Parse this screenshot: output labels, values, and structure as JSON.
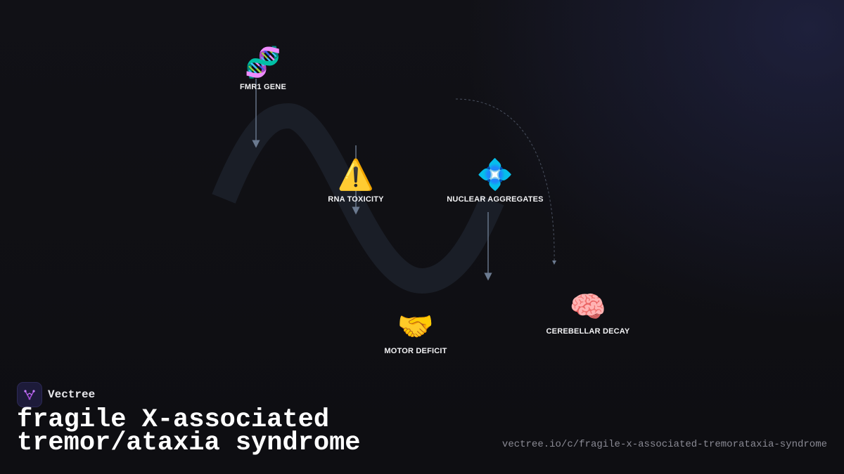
{
  "diagram": {
    "nodes": [
      {
        "id": "fmr1-gene",
        "label": "FMR1 GENE",
        "icon": "dna-icon",
        "glyph": "🧬"
      },
      {
        "id": "rna-toxicity",
        "label": "RNA TOXICITY",
        "icon": "warning-icon",
        "glyph": "⚠️"
      },
      {
        "id": "nuclear-aggregates",
        "label": "NUCLEAR AGGREGATES",
        "icon": "diamond-icon",
        "glyph": "💠"
      },
      {
        "id": "motor-deficit",
        "label": "MOTOR DEFICIT",
        "icon": "handshake-icon",
        "glyph": "🤝"
      },
      {
        "id": "cerebellar-decay",
        "label": "CEREBELLAR DECAY",
        "icon": "brain-icon",
        "glyph": "🧠"
      }
    ],
    "colors": {
      "wave": "#1a1e27",
      "arrow": "#6b7a90",
      "dashed": "#4a5160",
      "label": "#f2f2f4",
      "background": "#0f0f12",
      "accent": "#a24bd6"
    }
  },
  "brand": {
    "name": "Vectree",
    "logo_icon": "vectree-logo-icon"
  },
  "footer": {
    "title_line1": "fragile X-associated",
    "title_line2": "tremor/ataxia syndrome",
    "url": "vectree.io/c/fragile-x-associated-tremorataxia-syndrome"
  }
}
